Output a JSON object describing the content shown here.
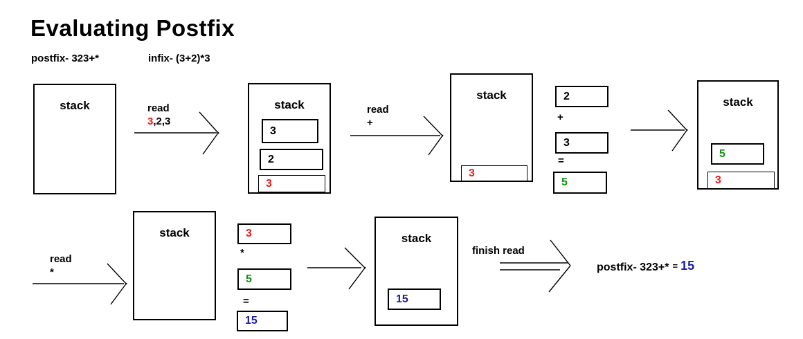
{
  "title": "Evaluating Postfix",
  "header": {
    "postfix_expr": "postfix- 323+*",
    "infix_expr": "infix- (3+2)*3"
  },
  "steps": {
    "read_numbers": {
      "action": "read",
      "token_red": "3",
      "token_red_color": "#ed1c1c",
      "token_rest": ",2,3"
    },
    "read_plus": {
      "action": "read",
      "token": "+"
    },
    "read_times": {
      "action": "read",
      "token": "*"
    },
    "finish": {
      "action": "finish read"
    }
  },
  "stacks": {
    "initial": {
      "label": "stack"
    },
    "after_reads": {
      "label": "stack",
      "items": [
        {
          "value": "3",
          "color": "#000000"
        },
        {
          "value": "2",
          "color": "#000000"
        },
        {
          "value": "3",
          "color": "#ed1c1c"
        }
      ]
    },
    "after_add": {
      "label": "stack",
      "items": [
        {
          "value": "3",
          "color": "#ed1c1c"
        }
      ]
    },
    "after_push_sum": {
      "label": "stack",
      "items": [
        {
          "value": "5",
          "color": "#119111"
        },
        {
          "value": "3",
          "color": "#ed1c1c"
        }
      ]
    },
    "before_multiply": {
      "label": "stack"
    },
    "final": {
      "label": "stack",
      "items": [
        {
          "value": "15",
          "color": "#1b1b9e"
        }
      ]
    }
  },
  "calc_add": {
    "operand1": "2",
    "operand1_color": "#000000",
    "operator": "+",
    "operand2": "3",
    "operand2_color": "#000000",
    "equals": "=",
    "result": "5",
    "result_color": "#119111"
  },
  "calc_multiply": {
    "operand1": "3",
    "operand1_color": "#ed1c1c",
    "operator": "*",
    "operand2": "5",
    "operand2_color": "#119111",
    "equals": "=",
    "result": "15",
    "result_color": "#1b1b9e"
  },
  "result": {
    "prefix": "postfix- 323+*",
    "equals": "=",
    "value": "15",
    "value_color": "#1b1b9e"
  }
}
